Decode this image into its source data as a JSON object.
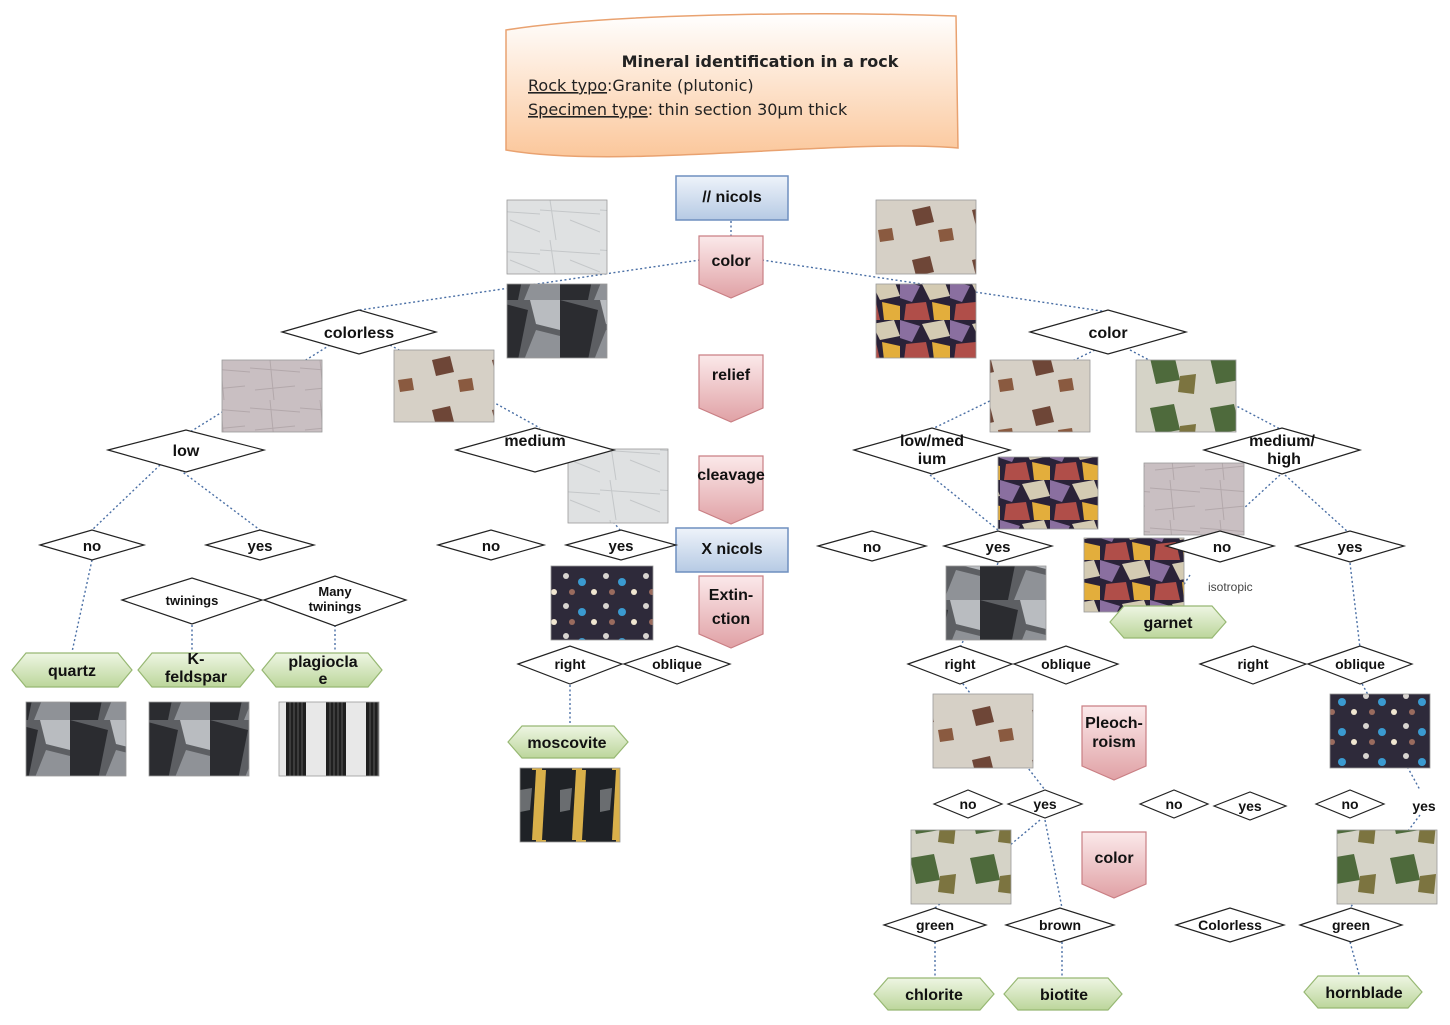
{
  "header": {
    "title": "Mineral identification in a rock",
    "line1_key": "Rock typo",
    "line1_value": ":Granite (plutonic)",
    "line2_key": "Specimen type",
    "line2_value": ": thin section 30µm thick"
  },
  "nicols": {
    "parallel": "// nicols",
    "crossed": "X nicols"
  },
  "steps": {
    "color": "color",
    "relief": "relief",
    "cleavage": "cleavage",
    "extinction": [
      "Extin-",
      "ction"
    ],
    "pleochroism": [
      "Pleoch-",
      "roism"
    ],
    "color2": "color"
  },
  "decisions": {
    "colorless": "colorless",
    "color": "color",
    "low": "low",
    "medium": "medium",
    "low_medium": [
      "low/med",
      "ium"
    ],
    "medium_high": [
      "medium/",
      "high"
    ],
    "no": "no",
    "yes": "yes",
    "twinings": "twinings",
    "many_twinings": [
      "Many",
      "twinings"
    ],
    "right": "right",
    "oblique": "oblique",
    "green": "green",
    "brown": "brown",
    "colorless_cap": "Colorless"
  },
  "minerals": {
    "quartz": "quartz",
    "k_feldspar": [
      "K-",
      "feldspar"
    ],
    "plagioclase": [
      "plagiocla",
      "e"
    ],
    "moscovite": "moscovite",
    "garnet": "garnet",
    "chlorite": "chlorite",
    "biotite": "biotite",
    "hornblade": "hornblade"
  },
  "notes": {
    "isotropic": "isotropic"
  },
  "colors": {
    "header_fill": "#fbd5b5",
    "header_stroke": "#e9a270",
    "nicols_fill": "#c9d9ec",
    "nicols_stroke": "#6f8fbf",
    "step_fill": "#ecb9bc",
    "step_stroke": "#c97f84",
    "mineral_fill": "#cfe2b4",
    "mineral_stroke": "#97b873",
    "connector": "#4a6fa5"
  }
}
